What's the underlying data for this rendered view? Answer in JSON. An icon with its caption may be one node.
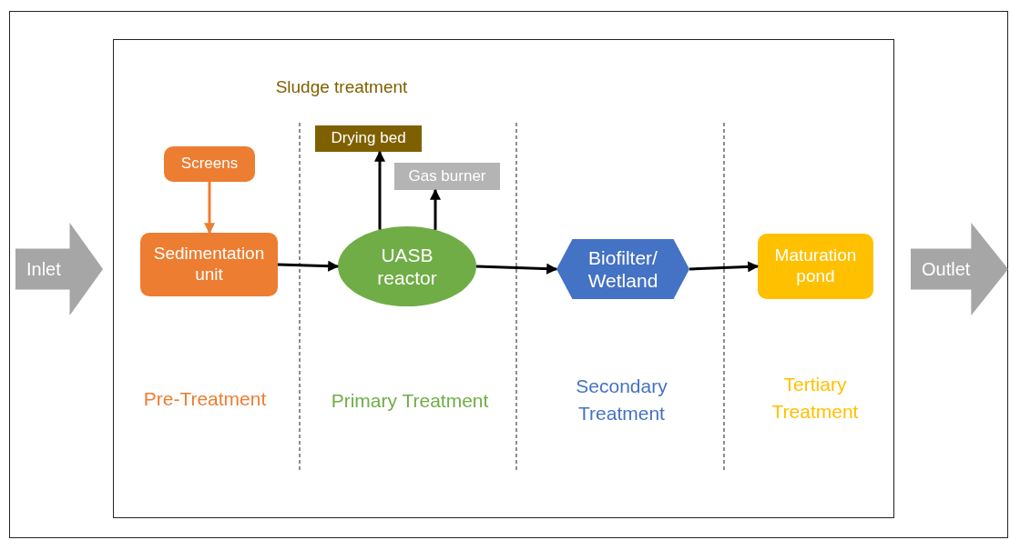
{
  "diagram": {
    "nodes": [
      {
        "text": [
          "Inlet"
        ]
      },
      {
        "text": [],
        "shape": "box"
      },
      {
        "text": [
          "Screens"
        ],
        "in": 1
      },
      {
        "text": [
          "Sedimentation unit"
        ],
        "in": 1
      },
      {
        "text": [
          "Drying bed"
        ],
        "in": 1
      },
      {
        "text": [
          "Gas burner"
        ],
        "in": 1
      },
      {
        "text": [
          "UASB reactor"
        ],
        "in": 1
      },
      {
        "text": [
          "Biofilter/ Wetland"
        ],
        "in": 1
      },
      {
        "text": [
          "Maturation pond"
        ],
        "in": 1
      },
      {
        "text": [
          "Outlet"
        ]
      }
    ],
    "edges": [
      {
        "from": 2,
        "to": 3,
        "arrow": "to",
        "color": "#ed7d31"
      },
      {
        "from": 3,
        "to": 6,
        "arrow": "to"
      },
      {
        "from": 6,
        "to": 4,
        "arrow": "to"
      },
      {
        "from": 6,
        "to": 5,
        "arrow": "to"
      },
      {
        "from": 6,
        "to": 7,
        "arrow": "to"
      },
      {
        "from": 7,
        "to": 8,
        "arrow": "to"
      }
    ],
    "labels": [
      "Sludge treatment",
      "Pre-Treatment",
      "Primary Treatment",
      "Secondary Treatment",
      "Tertiary Treatment"
    ]
  }
}
